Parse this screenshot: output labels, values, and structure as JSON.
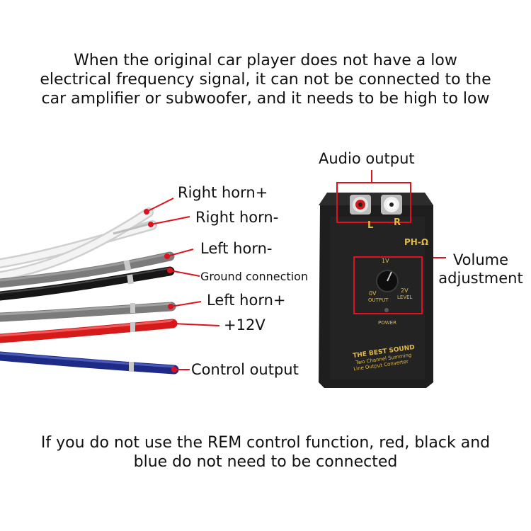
{
  "captions": {
    "top": "When the original car player does not have a low electrical frequency signal, it can not be connected to the car amplifier or subwoofer, and it needs to be high to low",
    "bottom": "If you do not use the REM control function, red, black and blue do not need to be connected"
  },
  "wire_labels": {
    "right_horn_plus": "Right horn+",
    "right_horn_minus": "Right horn-",
    "left_horn_minus": "Left horn-",
    "ground": "Ground connection",
    "left_horn_plus": "Left horn+",
    "plus_12v": "+12V",
    "control_output": "Control output"
  },
  "device_labels": {
    "audio_output": "Audio output",
    "volume_adjustment": "Volume adjustment"
  },
  "device": {
    "jack_left": "L",
    "jack_right": "R",
    "model": "PH-",
    "model_symbol": "Ω",
    "scale_top": "1V",
    "scale_left_a": "0V",
    "scale_left_b": "OUTPUT",
    "scale_right_a": "2V",
    "scale_right_b": "LEVEL",
    "power": "POWER",
    "brand": "THE BEST SOUND",
    "desc_line1": "Two Channel Summing",
    "desc_line2": "Line Output Converter"
  },
  "colors": {
    "annotation_red": "#e0101c",
    "wire_white": "#e6e6e6",
    "wire_gray": "#7b7b7b",
    "wire_black": "#1a1a1a",
    "wire_red": "#d61a1a",
    "wire_blue": "#1d2a86",
    "device_body": "#1e1e1e"
  }
}
